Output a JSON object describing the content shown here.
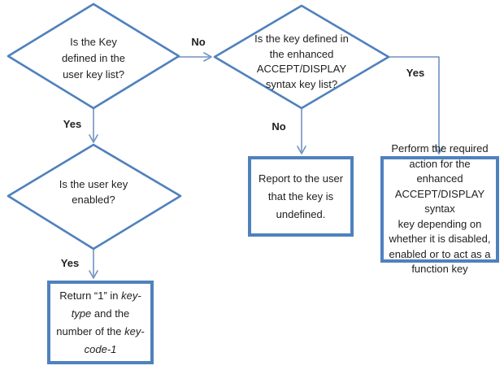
{
  "colors": {
    "shape_stroke": "#4F81BD",
    "connector_stroke": "#7091C1",
    "text": "#212121",
    "background": "#FFFFFF"
  },
  "flowchart": {
    "decision_user_key": {
      "text": [
        "Is the Key",
        "defined in the",
        "user key list?"
      ]
    },
    "decision_enhanced_key": {
      "text": [
        "Is the key defined in",
        "the enhanced",
        "ACCEPT/DISPLAY",
        "syntax key list?"
      ]
    },
    "decision_key_enabled": {
      "text": [
        "Is the user key",
        "enabled?"
      ]
    },
    "box_report_undefined": {
      "text": [
        "Report to the user",
        "that the key is",
        "undefined."
      ]
    },
    "box_perform_action": {
      "text": [
        "Perform the required",
        "action for the enhanced",
        "ACCEPT/DISPLAY syntax",
        "key depending on",
        "whether it is disabled,",
        "enabled or to act as a",
        "function key"
      ]
    },
    "box_return_key": {
      "segment1": "Return “1” in ",
      "segment2_italic": "key-type",
      "segment3": " and the number of the ",
      "segment4_italic": "key-code-1"
    },
    "labels": {
      "no_between_diamonds": "No",
      "yes_below_first_diamond": "Yes",
      "no_below_second_diamond": "No",
      "yes_to_perform_box": "Yes",
      "yes_to_return_box": "Yes"
    }
  }
}
